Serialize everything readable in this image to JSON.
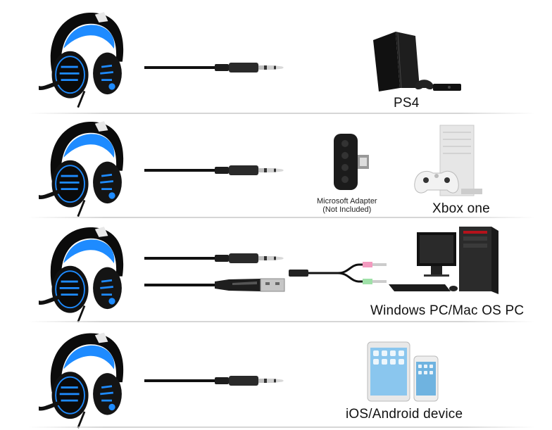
{
  "colors": {
    "accent": "#1e8bff",
    "cable": "#111111",
    "device": "#1a1a1a"
  },
  "rows": [
    {
      "device_label": "PS4"
    },
    {
      "device_label": "Xbox one",
      "adapter_label": "Microsoft Adapter",
      "adapter_note": "(Not Included)"
    },
    {
      "device_label": "Windows PC/Mac OS PC"
    },
    {
      "device_label": "iOS/Android device"
    }
  ]
}
